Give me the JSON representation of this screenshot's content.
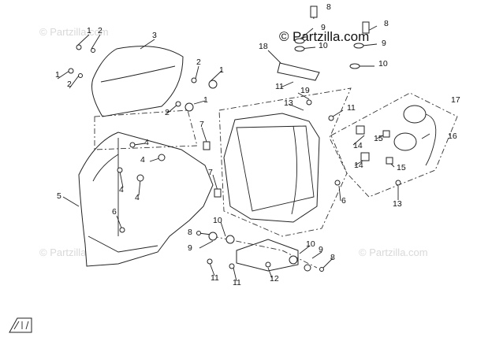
{
  "brand": {
    "symbol": "©",
    "name": "Partzilla.com"
  },
  "watermarks": [
    {
      "text": "© Partzilla.com"
    },
    {
      "text": "© Partzilla.com"
    },
    {
      "text": "© Partzilla.com"
    }
  ],
  "callouts": [
    {
      "label": "1"
    },
    {
      "label": "2"
    },
    {
      "label": "3"
    },
    {
      "label": "1"
    },
    {
      "label": "2"
    },
    {
      "label": "2"
    },
    {
      "label": "1"
    },
    {
      "label": "2"
    },
    {
      "label": "1"
    },
    {
      "label": "7"
    },
    {
      "label": "4"
    },
    {
      "label": "4"
    },
    {
      "label": "4"
    },
    {
      "label": "4"
    },
    {
      "label": "5"
    },
    {
      "label": "6"
    },
    {
      "label": "7"
    },
    {
      "label": "8"
    },
    {
      "label": "9"
    },
    {
      "label": "10"
    },
    {
      "label": "18"
    },
    {
      "label": "8"
    },
    {
      "label": "9"
    },
    {
      "label": "10"
    },
    {
      "label": "11"
    },
    {
      "label": "19"
    },
    {
      "label": "13"
    },
    {
      "label": "11"
    },
    {
      "label": "17"
    },
    {
      "label": "16"
    },
    {
      "label": "14"
    },
    {
      "label": "15"
    },
    {
      "label": "14"
    },
    {
      "label": "15"
    },
    {
      "label": "13"
    },
    {
      "label": "6"
    },
    {
      "label": "10"
    },
    {
      "label": "8"
    },
    {
      "label": "9"
    },
    {
      "label": "11"
    },
    {
      "label": "11"
    },
    {
      "label": "12"
    },
    {
      "label": "10"
    },
    {
      "label": "9"
    },
    {
      "label": "8"
    }
  ],
  "colors": {
    "line": "#222222",
    "watermark": "#d9d9d9",
    "background": "#ffffff"
  },
  "icons": {
    "corner_logo": "direction-arrow-icon"
  }
}
